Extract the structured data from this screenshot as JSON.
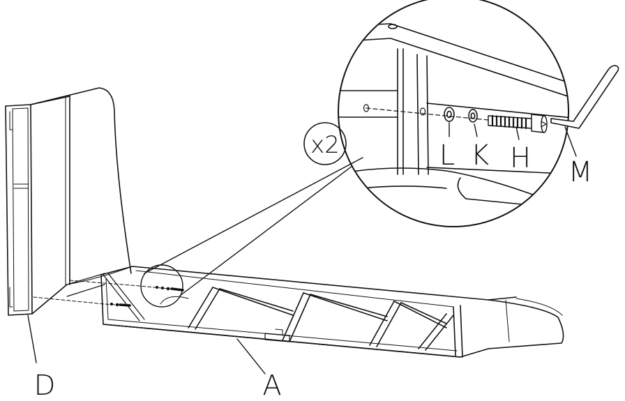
{
  "callouts": {
    "qty": "x2",
    "washer_flat": "L",
    "washer_lock": "K",
    "bolt": "H",
    "allen_key": "M",
    "headboard": "D",
    "frame": "A"
  }
}
